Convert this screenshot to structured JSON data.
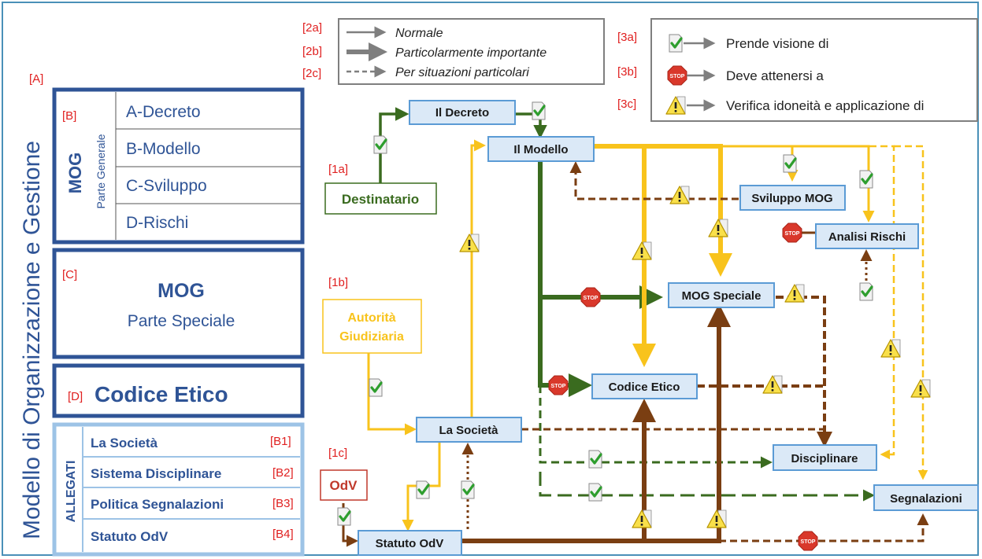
{
  "main_title": "Modello di Organizzazione e Gestione",
  "labels": {
    "A": "[A]",
    "B": "[B]",
    "C": "[C]",
    "D": "[D]",
    "B1": "[B1]",
    "B2": "[B2]",
    "B3": "[B3]",
    "B4": "[B4]",
    "1a": "[1a]",
    "1b": "[1b]",
    "1c": "[1c]",
    "2a": "[2a]",
    "2b": "[2b]",
    "2c": "[2c]",
    "3a": "[3a]",
    "3b": "[3b]",
    "3c": "[3c]"
  },
  "mog_general": {
    "title": "MOG",
    "subtitle": "Parte Generale",
    "items": [
      "A-Decreto",
      "B-Modello",
      "C-Sviluppo",
      "D-Rischi"
    ]
  },
  "mog_special": {
    "title": "MOG",
    "subtitle": "Parte Speciale"
  },
  "codice_etico": "Codice Etico",
  "allegati": {
    "title": "ALLEGATI",
    "items": [
      "La Società",
      "Sistema Disciplinare",
      "Politica Segnalazioni",
      "Statuto OdV"
    ]
  },
  "legend_lines": {
    "normal": "Normale",
    "important": "Particolarmente importante",
    "special": "Per situazioni particolari"
  },
  "legend_icons": {
    "check": "Prende visione di",
    "stop": "Deve attenersi a",
    "warning": "Verifica idoneità e applicazione di"
  },
  "stop_text": "STOP",
  "nodes": {
    "decreto": "Il Decreto",
    "modello": "Il Modello",
    "destinatario": "Destinatario",
    "autorita_line1": "Autorità",
    "autorita_line2": "Giudiziaria",
    "odv": "OdV",
    "societa": "La Società",
    "statuto": "Statuto OdV",
    "sviluppo": "Sviluppo MOG",
    "analisi": "Analisi Rischi",
    "mog_speciale": "MOG Speciale",
    "codice_etico": "Codice Etico",
    "disciplinare": "Disciplinare",
    "segnalazioni": "Segnalazioni"
  },
  "colors": {
    "navy": "#2f5496",
    "light_blue": "#9dc3e6",
    "label_red": "#e02020",
    "green": "#3a6b1f",
    "yellow": "#f8c31c",
    "brown": "#7a3e12",
    "grey": "#7f7f7f",
    "node_fill": "#dbe9f7",
    "node_border": "#5b9bd5"
  },
  "icons": [
    "check-icon",
    "stop-icon",
    "warning-icon"
  ]
}
